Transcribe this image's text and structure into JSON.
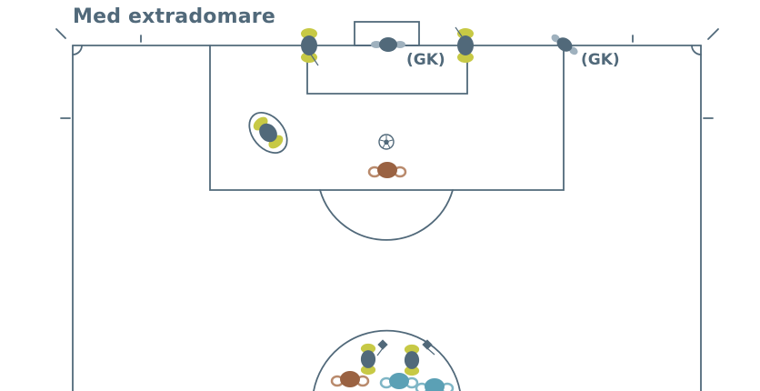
{
  "title": "Med extradomare",
  "labels": {
    "goalkeeper_center": "(GK)",
    "goalkeeper_right": "(GK)"
  },
  "colors": {
    "title": "#51697a",
    "line": "#51697a",
    "referee_body": "#51697a",
    "referee_shoulders": "#c7c945",
    "player_body": "#9a6242",
    "player_arms": "#b98a6c",
    "opponent_body": "#5ba0b5",
    "opponent_arms": "#7fb6c6",
    "gk_light": "#9fb1be"
  },
  "icons": {
    "ball": "soccer-ball-icon",
    "flag": "corner-flag-icon"
  }
}
